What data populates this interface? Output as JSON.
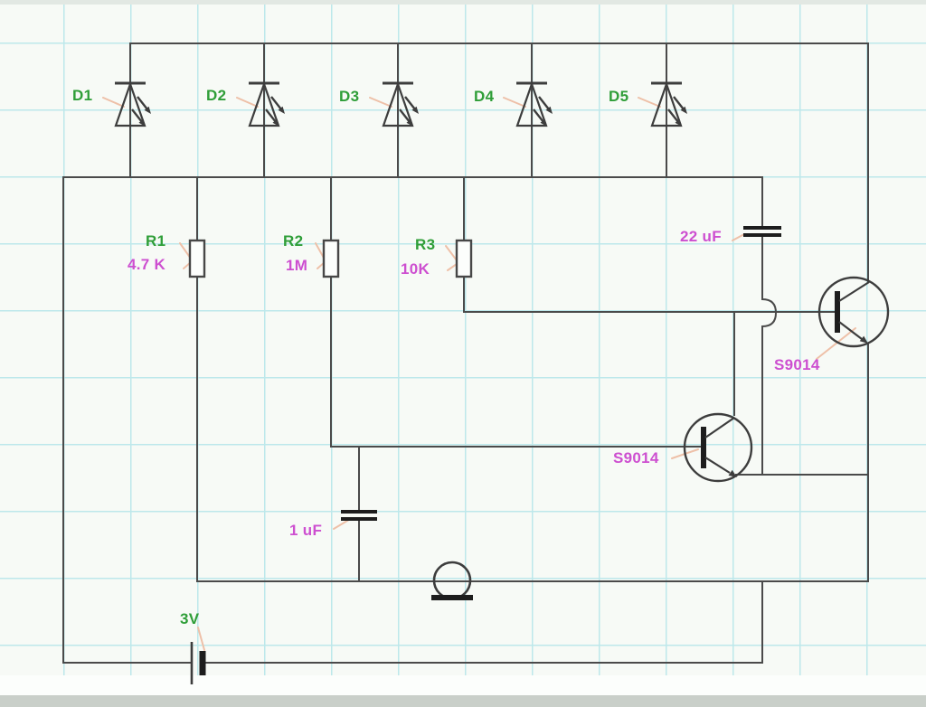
{
  "schematic": {
    "kind": "circuit-schematic",
    "leds": [
      {
        "ref": "D1"
      },
      {
        "ref": "D2"
      },
      {
        "ref": "D3"
      },
      {
        "ref": "D4"
      },
      {
        "ref": "D5"
      }
    ],
    "resistors": [
      {
        "ref": "R1",
        "value": "4.7 K"
      },
      {
        "ref": "R2",
        "value": "1M"
      },
      {
        "ref": "R3",
        "value": "10K"
      }
    ],
    "capacitors": [
      {
        "value": "22 uF"
      },
      {
        "value": "1 uF"
      }
    ],
    "transistors": [
      {
        "value": "S9014"
      },
      {
        "value": "S9014"
      }
    ],
    "battery": {
      "value": "3V"
    },
    "colors": {
      "wire": "#4a4a4a",
      "grid": "#bde8eb",
      "reference_label": "#2f9e38",
      "value_label": "#cd4fd0",
      "leader_line": "#eec0a8",
      "background": "#f7faf6"
    }
  }
}
